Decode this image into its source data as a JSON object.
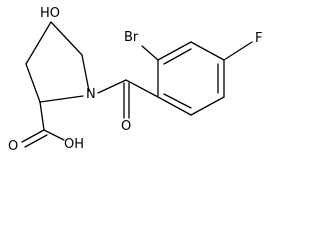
{
  "molecule": {
    "atom_labels": {
      "hydroxyl": "HO",
      "bromine": "Br",
      "fluorine": "F",
      "nitrogen": "N",
      "carbonyl_oxygen": "O",
      "acid_oxygen": "O",
      "acid_hydroxyl": "OH"
    }
  }
}
